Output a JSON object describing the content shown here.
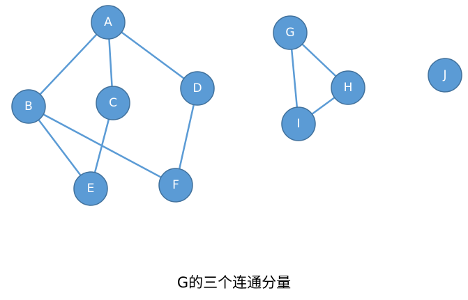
{
  "caption": "G的三个连通分量",
  "colors": {
    "node_fill": "#5b9bd5",
    "node_stroke": "#41719c",
    "edge": "#5b9bd5",
    "label": "#ffffff"
  },
  "nodes": [
    {
      "id": "A",
      "label": "A"
    },
    {
      "id": "B",
      "label": "B"
    },
    {
      "id": "C",
      "label": "C"
    },
    {
      "id": "D",
      "label": "D"
    },
    {
      "id": "E",
      "label": "E"
    },
    {
      "id": "F",
      "label": "F"
    },
    {
      "id": "G",
      "label": "G"
    },
    {
      "id": "H",
      "label": "H"
    },
    {
      "id": "I",
      "label": "I"
    },
    {
      "id": "J",
      "label": "J"
    }
  ],
  "edges": [
    [
      "A",
      "B"
    ],
    [
      "A",
      "C"
    ],
    [
      "A",
      "D"
    ],
    [
      "B",
      "E"
    ],
    [
      "B",
      "F"
    ],
    [
      "C",
      "E"
    ],
    [
      "D",
      "F"
    ],
    [
      "G",
      "H"
    ],
    [
      "G",
      "I"
    ],
    [
      "H",
      "I"
    ]
  ]
}
